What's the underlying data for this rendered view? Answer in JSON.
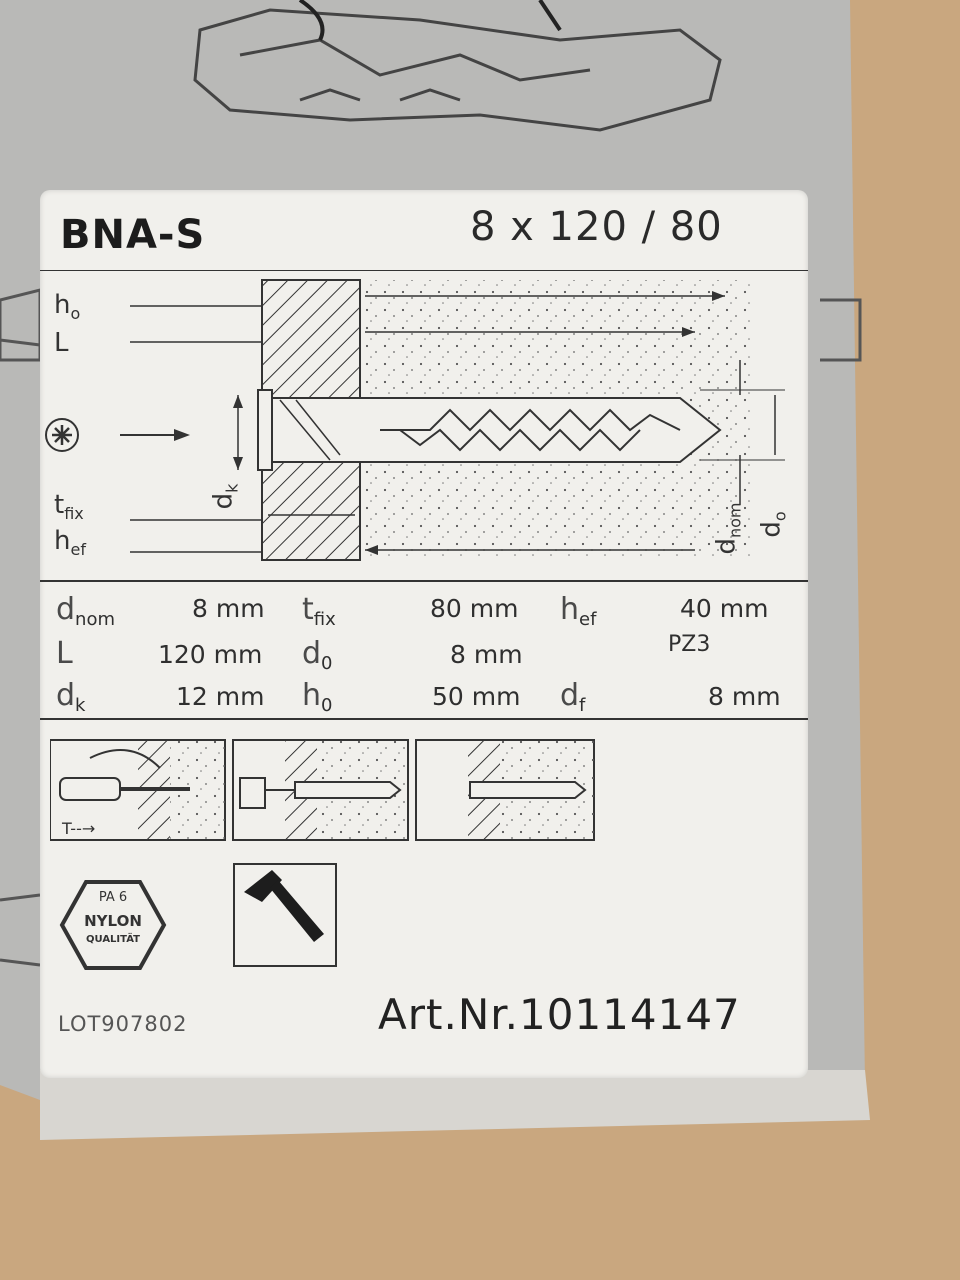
{
  "label": {
    "product": "BNA-S",
    "size": "8 x 120 / 80",
    "dims": {
      "h": "h",
      "h_sub": "o",
      "L": "L",
      "tfix": "t",
      "tfix_sub": "fix",
      "hef": "h",
      "hef_sub": "ef",
      "dk": "d",
      "dk_sub": "k",
      "dnom": "d",
      "dnom_sub": "nom",
      "d0": "d",
      "d0_sub": "o"
    },
    "spec_rows": [
      [
        {
          "sym": "d",
          "sub": "nom",
          "val": "8 mm"
        },
        {
          "sym": "t",
          "sub": "fix",
          "val": "80 mm"
        },
        {
          "sym": "h",
          "sub": "ef",
          "val": "40 mm"
        }
      ],
      [
        {
          "sym": "L",
          "sub": "",
          "val": "120 mm"
        },
        {
          "sym": "d",
          "sub": "0",
          "val": "8 mm"
        },
        {
          "sym": "",
          "sub": "",
          "val": "PZ3"
        }
      ],
      [
        {
          "sym": "d",
          "sub": "k",
          "val": "12 mm"
        },
        {
          "sym": "h",
          "sub": "0",
          "val": "50 mm"
        },
        {
          "sym": "d",
          "sub": "f",
          "val": "8 mm"
        }
      ]
    ],
    "badge": {
      "line1": "PA 6",
      "line2": "NYLON",
      "line3": "QUALITÄT"
    },
    "lot": "LOT907802",
    "article": "Art.Nr.10114147"
  },
  "icons": [
    "drill-icon",
    "screwdriver-icon",
    "hammer-icon",
    "pozidriv-icon",
    "arrow-right-icon"
  ],
  "colors": {
    "cardboard": "#c9a77f",
    "box": "#b9b9b7",
    "label": "#f1f0ec",
    "ink": "#2b2b2b"
  }
}
